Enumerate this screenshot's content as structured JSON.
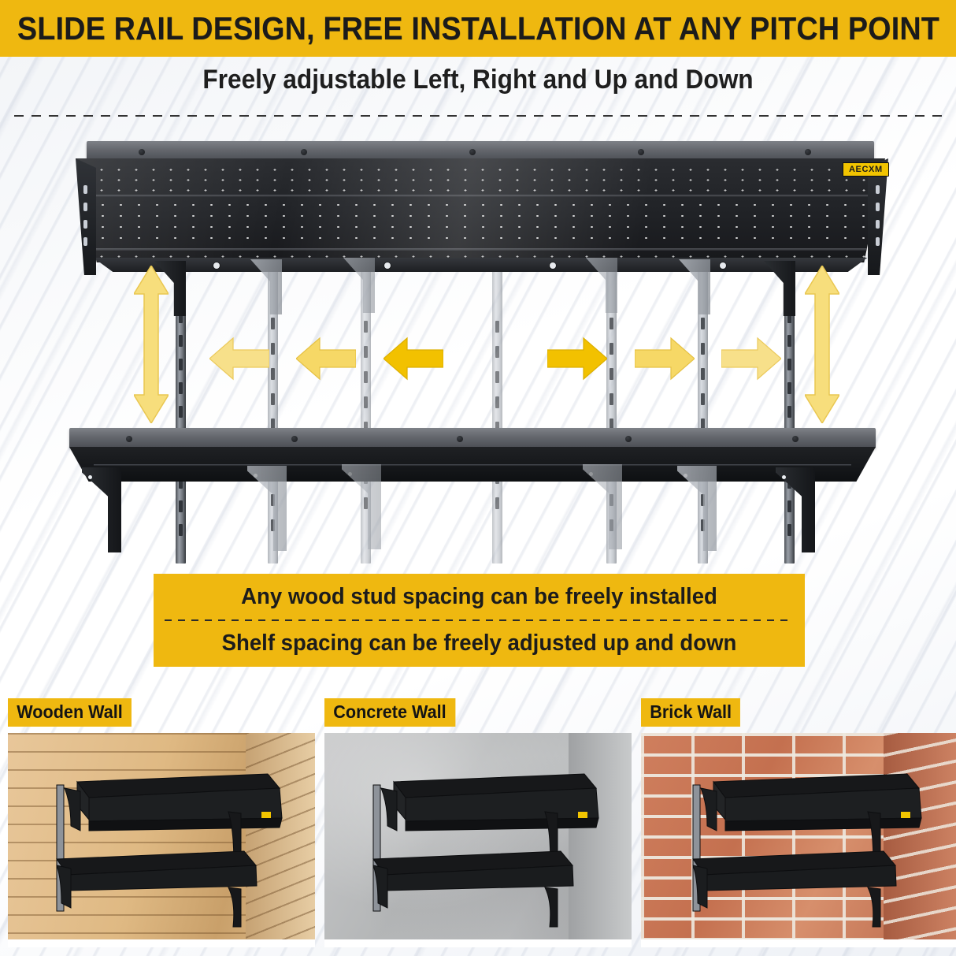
{
  "header": {
    "title": "SLIDE RAIL DESIGN, FREE INSTALLATION AT ANY PITCH POINT",
    "banner_color": "#EFB810",
    "text_color": "#1b1b1b"
  },
  "subtitle": {
    "text": "Freely adjustable Left, Right and Up and Down"
  },
  "product": {
    "brand": "AECXM",
    "brand_badge_color": "#F2C400",
    "frame_color": "#1d1f22",
    "rail_color": "#b6bbc2",
    "arrow_color": "#F2C100",
    "arrows": [
      {
        "name": "up-down-arrow-left",
        "direction": "up-down"
      },
      {
        "name": "left-arrow-1",
        "direction": "left"
      },
      {
        "name": "left-arrow-2",
        "direction": "left"
      },
      {
        "name": "left-arrow-3",
        "direction": "left"
      },
      {
        "name": "right-arrow-1",
        "direction": "right"
      },
      {
        "name": "right-arrow-2",
        "direction": "right"
      },
      {
        "name": "right-arrow-3",
        "direction": "right"
      },
      {
        "name": "up-down-arrow-right",
        "direction": "up-down"
      }
    ]
  },
  "info_banners": {
    "line1": "Any wood stud spacing can be freely installed",
    "line2": "Shelf spacing can be freely adjusted up and down",
    "background": "#EFB810"
  },
  "wall_types": [
    {
      "label": "Wooden Wall",
      "surface": "wood"
    },
    {
      "label": "Concrete Wall",
      "surface": "concrete"
    },
    {
      "label": "Brick Wall",
      "surface": "brick"
    }
  ]
}
